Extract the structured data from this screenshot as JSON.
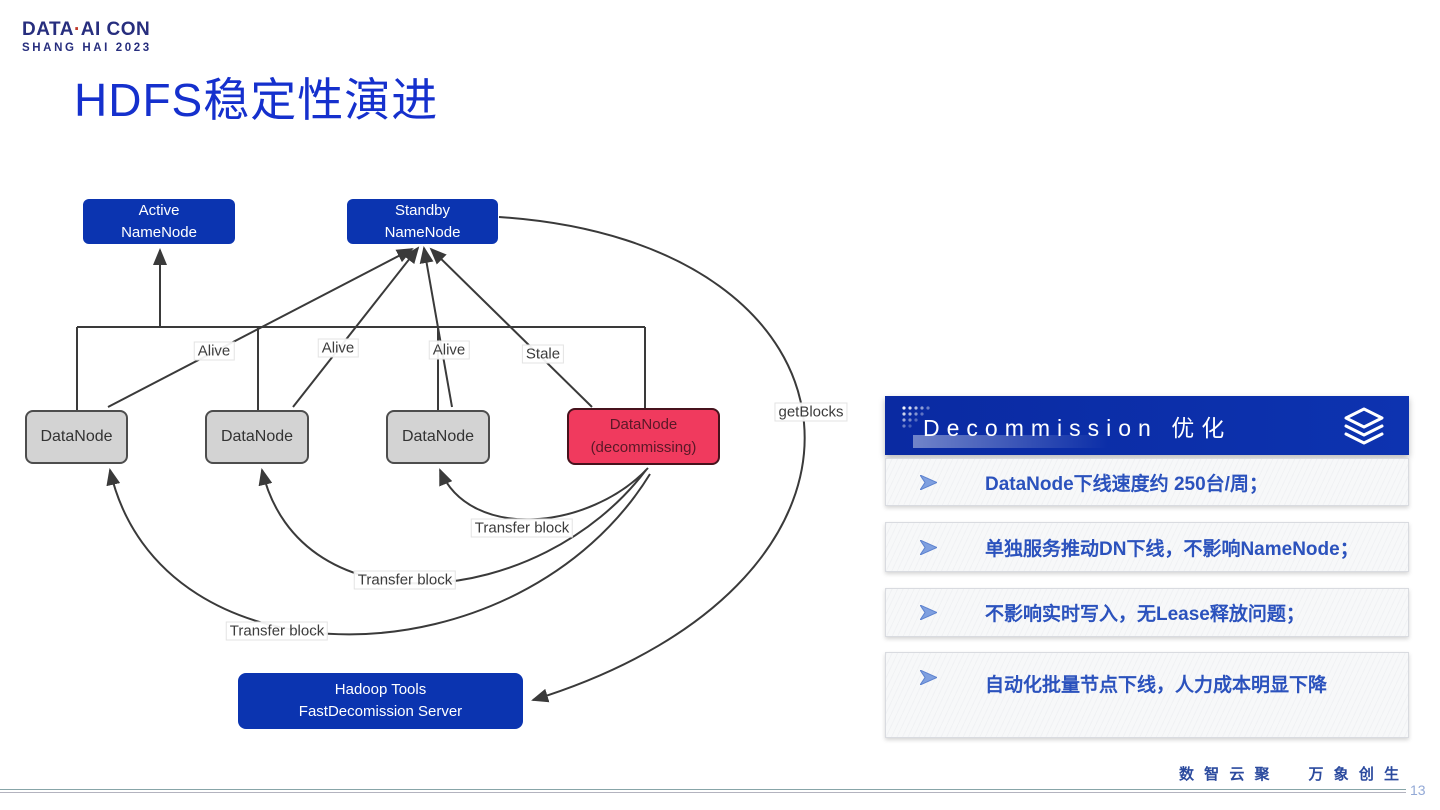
{
  "brand": {
    "name_left": "DATA",
    "dot": "·",
    "name_right": "AI CON",
    "subtitle": "SHANG HAI 2023"
  },
  "slide": {
    "title": "HDFS稳定性演进",
    "footer_slogan": "数 智 云 聚　　万 象 创 生",
    "page_number": "13"
  },
  "diagram": {
    "nodes": {
      "active_nn": {
        "line1": "Active",
        "line2": "NameNode"
      },
      "standby_nn": {
        "line1": "Standby",
        "line2": "NameNode"
      },
      "dn1": "DataNode",
      "dn2": "DataNode",
      "dn3": "DataNode",
      "dn_decom": {
        "line1": "DataNode",
        "line2": "(decommissing)"
      },
      "hadoop": {
        "line1": "Hadoop Tools",
        "line2": "FastDecomission Server"
      }
    },
    "labels": {
      "alive1": "Alive",
      "alive2": "Alive",
      "alive3": "Alive",
      "stale": "Stale",
      "getblocks": "getBlocks",
      "transfer1": "Transfer block",
      "transfer2": "Transfer block",
      "transfer3": "Transfer block"
    },
    "colors": {
      "node_blue": "#0b34b0",
      "node_gray": "#d3d3d3",
      "node_red": "#f03a5e",
      "line": "#3a3a3a"
    }
  },
  "panel": {
    "title": "Decommission 优化",
    "icons": {
      "left": "dots-grid-icon",
      "right": "layers-icon",
      "bullet": "arrowhead-right-icon"
    },
    "accent": "#0c2ea8",
    "text_color": "#2b52bd",
    "items": [
      {
        "text": "DataNode下线速度约 250台/周；"
      },
      {
        "text": "单独服务推动DN下线，不影响NameNode；"
      },
      {
        "text": "不影响实时写入，无Lease释放问题；"
      },
      {
        "text": "自动化批量节点下线，人力成本明显下降"
      }
    ]
  }
}
